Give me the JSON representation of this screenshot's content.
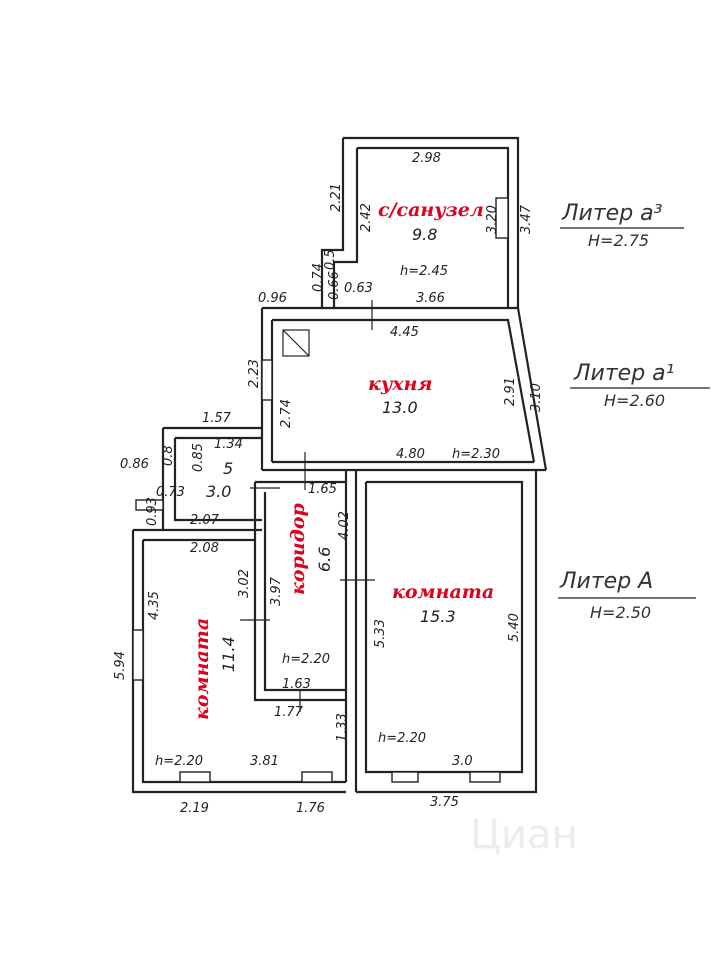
{
  "colors": {
    "room_name": "#e0001b",
    "line": "#222222",
    "background": "#ffffff"
  },
  "liters": [
    {
      "name": "Литер а³",
      "height": "Н=2.75"
    },
    {
      "name": "Литер а¹",
      "height": "Н=2.60"
    },
    {
      "name": "Литер А",
      "height": "Н=2.50"
    }
  ],
  "rooms": {
    "bathroom": {
      "name": "с/санузел",
      "area": "9.8",
      "height": "h=2.45"
    },
    "kitchen": {
      "name": "кухня",
      "area": "13.0",
      "height": "h=2.30"
    },
    "small_room": {
      "name": "5",
      "area": "3.0"
    },
    "corridor": {
      "name": "коридор",
      "area": "6.6",
      "height": "h=2.20"
    },
    "room_left": {
      "name": "комната",
      "area": "11.4",
      "height": "h=2.20"
    },
    "room_right": {
      "name": "комната",
      "area": "15.3",
      "height": "h=2.20"
    }
  },
  "dims": {
    "d298": "2.98",
    "d221": "2.21",
    "d242": "2.42",
    "d320": "3.20",
    "d347": "3.47",
    "d05": "0.5",
    "d074": "0.74",
    "d066": "0.66",
    "d096": "0.96",
    "d063": "0.63",
    "d366": "3.66",
    "d445": "4.45",
    "d223": "2.23",
    "d274": "2.74",
    "d291": "2.91",
    "d310": "3.10",
    "d480": "4.80",
    "d157": "1.57",
    "d134": "1.34",
    "d086": "0.86",
    "d08": "0.8",
    "d085": "0.85",
    "d093": "0.93",
    "d073": "0.73",
    "d207": "2.07",
    "d165": "1.65",
    "d402": "4.02",
    "d208": "2.08",
    "d435": "4.35",
    "d302": "3.02",
    "d397": "3.97",
    "d594": "5.94",
    "d163": "1.63",
    "d177": "1.77",
    "d133": "1.33",
    "d381": "3.81",
    "d219": "2.19",
    "d176": "1.76",
    "d533": "5.33",
    "d540": "5.40",
    "d30": "3.0",
    "d375": "3.75"
  },
  "watermark": "Циан"
}
